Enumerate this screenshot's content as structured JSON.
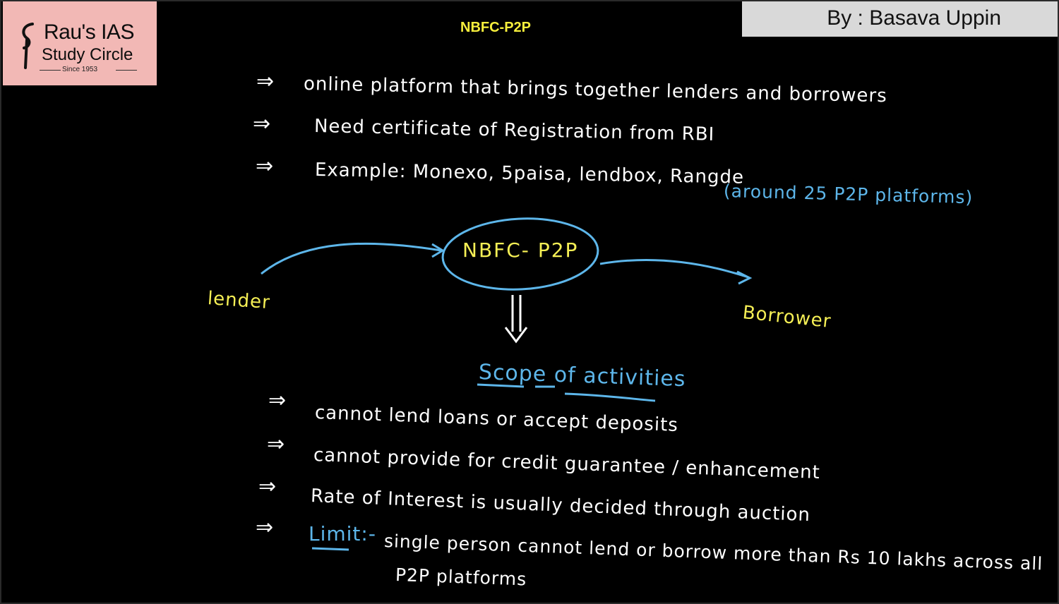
{
  "logo": {
    "line1": "Rau's IAS",
    "line2": "Study Circle",
    "since": "Since 1953"
  },
  "header": {
    "title": "NBFC-P2P",
    "author": "By : Basava Uppin"
  },
  "intro": {
    "arrow": "⇒",
    "lines": [
      "online platform that brings together lenders and borrowers",
      "Need certificate of Registration from RBI",
      "Example: Monexo, 5paisa, lendbox, Rangde"
    ],
    "note": "(around 25 P2P platforms)"
  },
  "diagram": {
    "center": "NBFC- P2P",
    "left": "lender",
    "right": "Borrower"
  },
  "scope": {
    "heading": "Scope of activities",
    "items": [
      "cannot lend loans or accept deposits",
      "cannot provide for credit guarantee / enhancement",
      "Rate of Interest is usually decided through auction"
    ],
    "limit_label": "Limit:-",
    "limit_text": "single person cannot lend or borrow more than Rs 10 lakhs across all",
    "limit_text2": "P2P platforms"
  },
  "colors": {
    "background": "#000000",
    "title": "#f7ef3c",
    "diagram_yellow": "#f5ef55",
    "accent_blue": "#5db6ea",
    "ink": "#ffffff"
  }
}
